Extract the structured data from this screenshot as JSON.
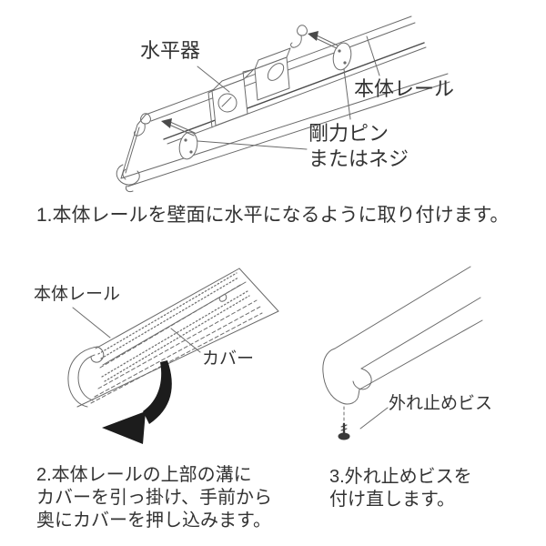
{
  "palette": {
    "background": "#ffffff",
    "line_art": "#6b6b6b",
    "line_art_dark": "#4a4a4a",
    "text": "#333333",
    "arrow_fill": "#1c1c1c",
    "screw_fill": "#3a3a3a"
  },
  "diagram1": {
    "name": "rail mounting overview",
    "labels": {
      "level": "水平器",
      "rail": "本体レール",
      "pin_line1": "剛力ピン",
      "pin_line2": "またはネジ"
    }
  },
  "step1": {
    "text": "1.本体レールを壁面に水平になるように取り付けます。"
  },
  "diagram2": {
    "name": "cover attach",
    "labels": {
      "rail": "本体レール",
      "cover": "カバー"
    }
  },
  "diagram3": {
    "name": "retaining screw",
    "labels": {
      "screw": "外れ止めビス"
    }
  },
  "step2": {
    "line1": "2.本体レールの上部の溝に",
    "line2": "カバーを引っ掛け、手前から",
    "line3": "奥にカバーを押し込みます。"
  },
  "step3": {
    "line1": "3.外れ止めビスを",
    "line2": "付け直します。"
  }
}
